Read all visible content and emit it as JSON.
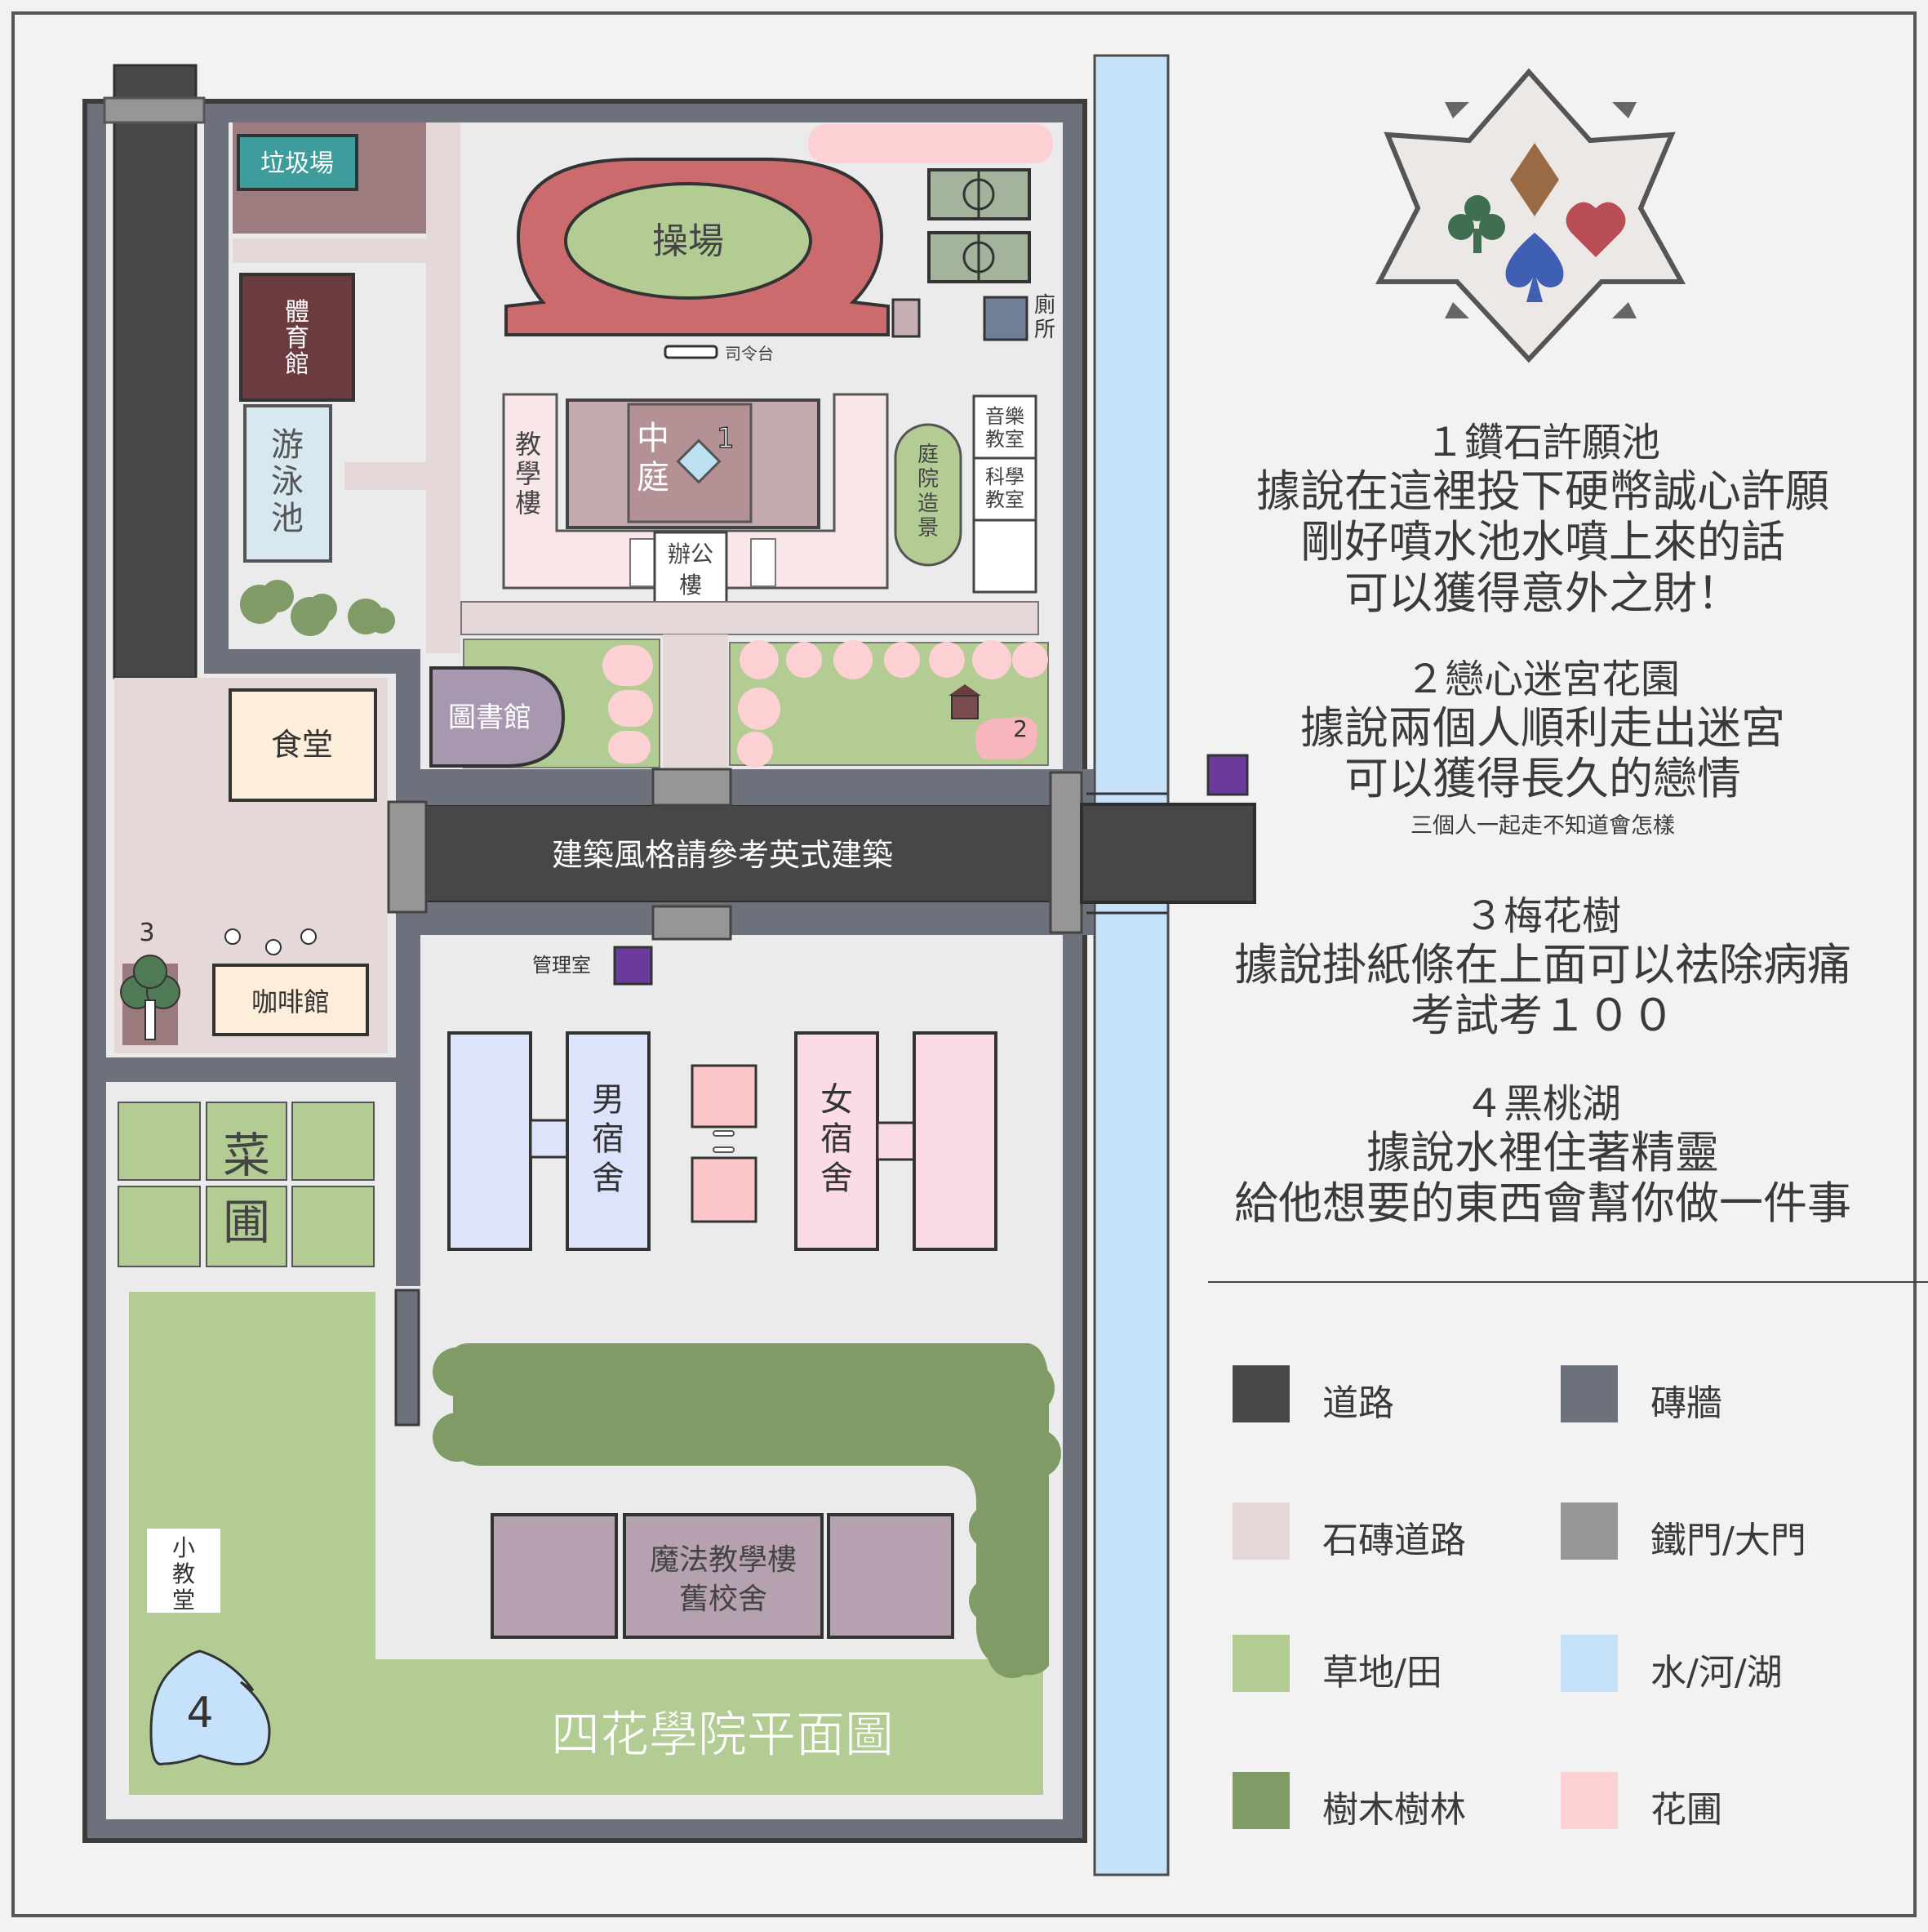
{
  "map": {
    "title": "四花學院平面圖",
    "colors": {
      "road": "#474747",
      "brick_wall": "#6d717b",
      "stone_path": "#e6d7d9",
      "gate": "#969696",
      "grass": "#b2cc94",
      "forest": "#809b66",
      "water": "#c6e2fb",
      "flower": "#fdd0d3"
    },
    "places": {
      "garbage": "垃圾場",
      "gym": "體育館",
      "pool": "游泳池",
      "playground": "操場",
      "stage": "司令台",
      "toilet": "廁所",
      "teaching": "教學樓",
      "courtyard": "中庭",
      "office": "辦公樓",
      "music": "音樂教室",
      "science": "科學教室",
      "garden": "庭院造景",
      "library": "圖書館",
      "cafeteria": "食堂",
      "road_label": "建築風格請參考英式建築",
      "admin": "管理室",
      "cafe": "咖啡館",
      "veg": "菜圃",
      "boys_dorm": "男宿舍",
      "girls_dorm": "女宿舍",
      "magic_line1": "魔法教學樓",
      "magic_line2": "舊校舍",
      "small_class": "小教堂"
    },
    "markers": {
      "m1": "1",
      "m2": "2",
      "m3": "3",
      "m4": "4"
    }
  },
  "info": [
    {
      "heading": "１鑽石許願池",
      "lines": [
        "據說在這裡投下硬幣誠心許願",
        "剛好噴水池水噴上來的話",
        "可以獲得意外之財！"
      ],
      "note": ""
    },
    {
      "heading": "２戀心迷宮花園",
      "lines": [
        "據說兩個人順利走出迷宮",
        "可以獲得長久的戀情"
      ],
      "note": "三個人一起走不知道會怎樣"
    },
    {
      "heading": "３梅花樹",
      "lines": [
        "據說掛紙條在上面可以祛除病痛",
        "考試考１００"
      ],
      "note": ""
    },
    {
      "heading": "４黑桃湖",
      "lines": [
        "據說水裡住著精靈",
        "給他想要的東西會幫你做一件事"
      ],
      "note": ""
    }
  ],
  "legend": [
    {
      "label": "道路",
      "color": "#474747"
    },
    {
      "label": "磚牆",
      "color": "#6d717b"
    },
    {
      "label": "石磚道路",
      "color": "#e6d7d9"
    },
    {
      "label": "鐵門/大門",
      "color": "#969696"
    },
    {
      "label": "草地/田",
      "color": "#b2cc94"
    },
    {
      "label": "水/河/湖",
      "color": "#c6e2fb"
    },
    {
      "label": "樹木樹林",
      "color": "#809b66"
    },
    {
      "label": "花圃",
      "color": "#fdd0d3"
    }
  ],
  "emblem": {
    "suits": [
      "diamond-icon",
      "club-icon",
      "heart-icon",
      "spade-icon"
    ],
    "colors": {
      "diamond": "#9a6a45",
      "club": "#3f6e50",
      "heart": "#b94d55",
      "spade": "#3f5fb2"
    }
  }
}
